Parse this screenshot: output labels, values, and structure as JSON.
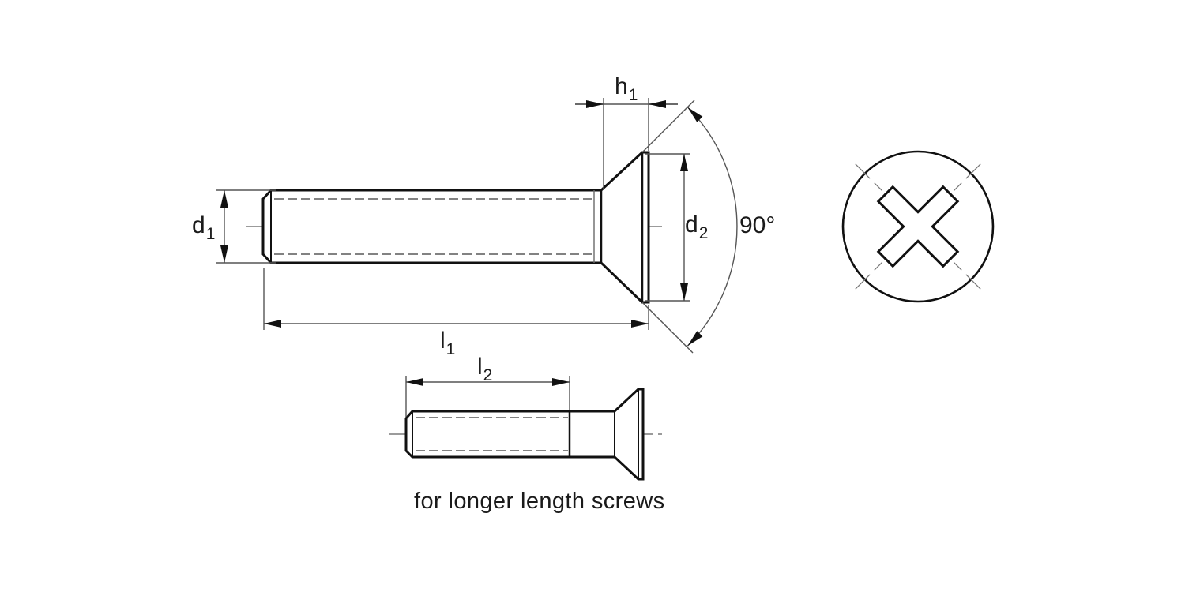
{
  "labels": {
    "d1": {
      "base": "d",
      "sub": "1"
    },
    "d2": {
      "base": "d",
      "sub": "2"
    },
    "h1": {
      "base": "h",
      "sub": "1"
    },
    "l1": {
      "base": "l",
      "sub": "1"
    },
    "l2": {
      "base": "l",
      "sub": "2"
    },
    "angle": "90°"
  },
  "caption": "for longer length screws",
  "colors": {
    "outline": "#111111",
    "dimension_lines": "#555555",
    "thread_dashes": "#828282",
    "background": "#ffffff"
  }
}
